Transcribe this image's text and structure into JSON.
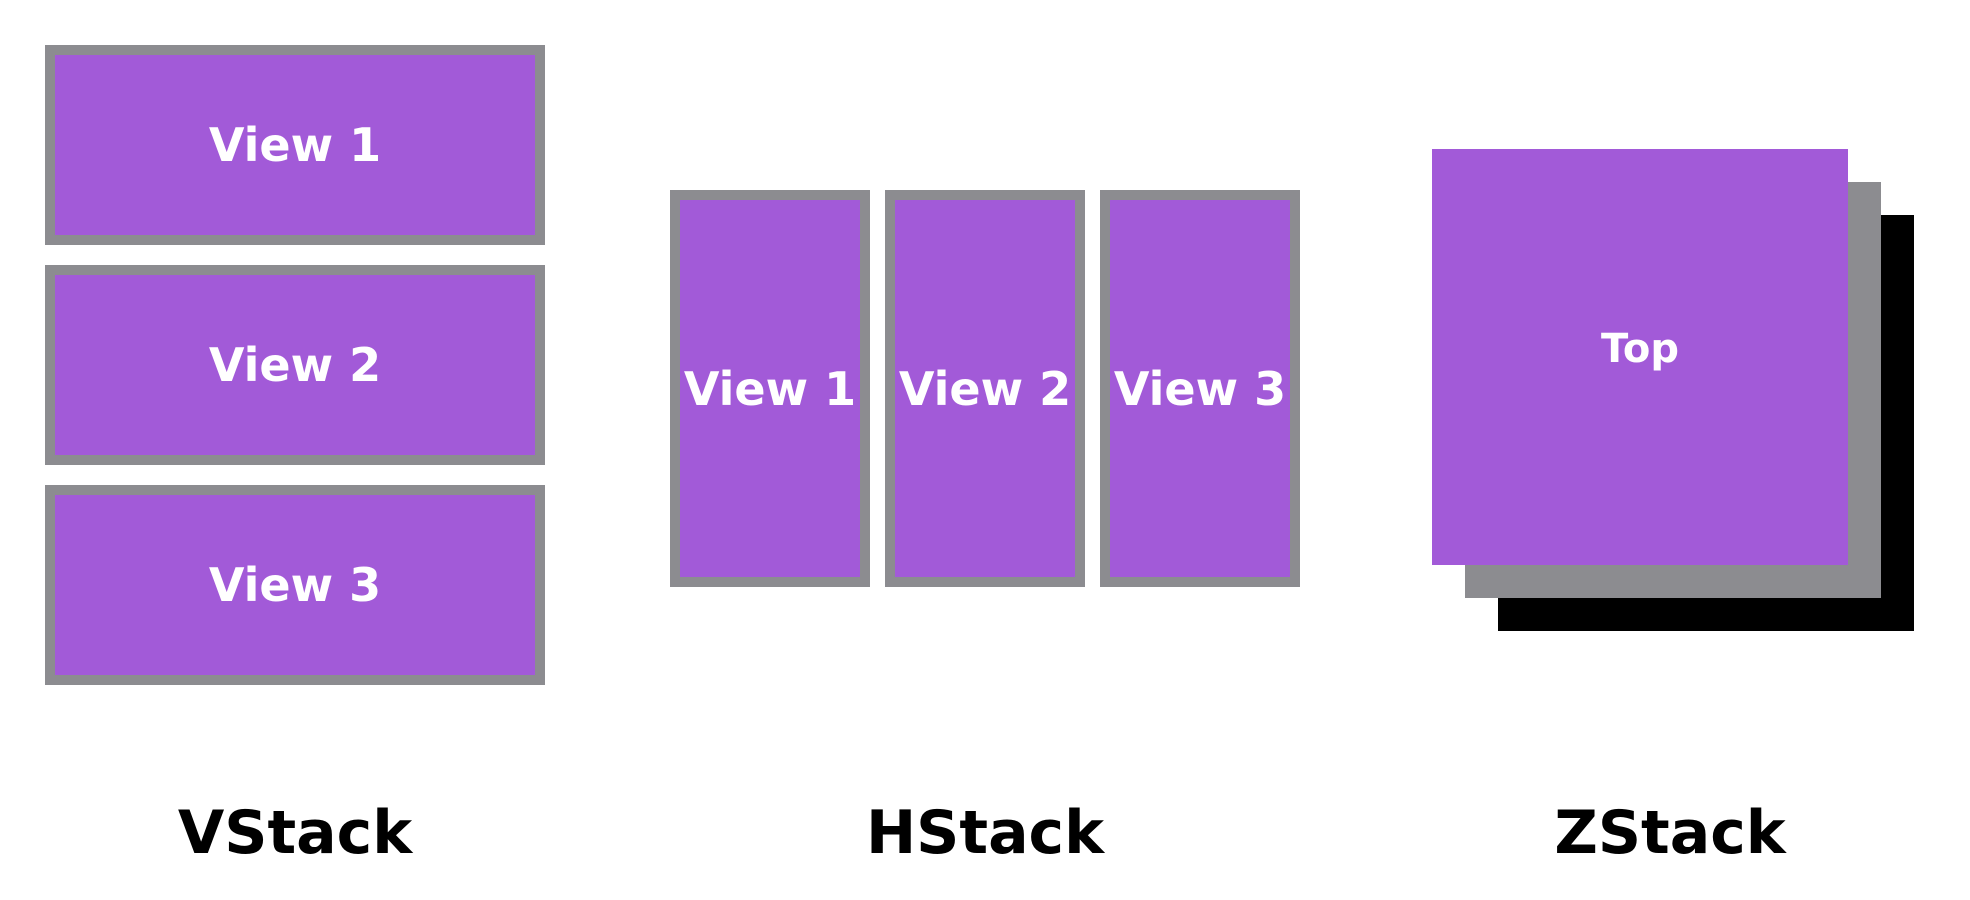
{
  "colors": {
    "view_fill": "#a25ad8",
    "view_border": "#8c8c90",
    "zstack_middle": "#8c8c90",
    "zstack_bottom": "#000000",
    "text_on_view": "#ffffff",
    "caption": "#000000"
  },
  "vstack": {
    "views": [
      "View 1",
      "View 2",
      "View 3"
    ],
    "caption": "VStack"
  },
  "hstack": {
    "views": [
      "View 1",
      "View 2",
      "View 3"
    ],
    "caption": "HStack"
  },
  "zstack": {
    "top_label": "Top",
    "caption": "ZStack"
  }
}
